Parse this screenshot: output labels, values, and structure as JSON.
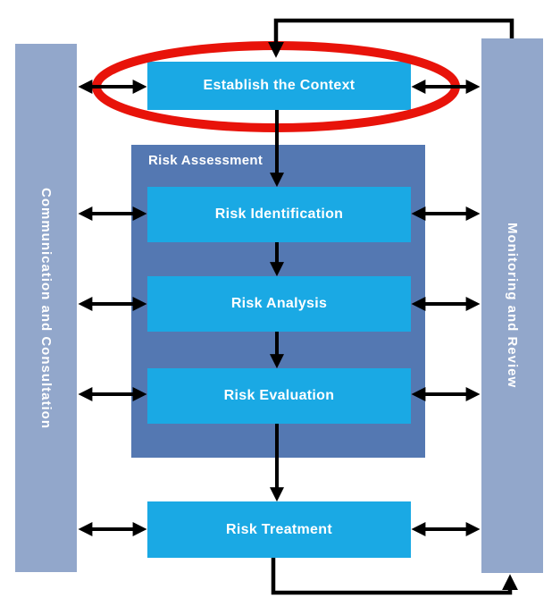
{
  "diagram": {
    "side_bars": {
      "left": {
        "label": "Communication and Consultation"
      },
      "right": {
        "label": "Monitoring and Review"
      }
    },
    "group": {
      "label": "Risk Assessment"
    },
    "nodes": {
      "establish": {
        "label": "Establish the Context",
        "highlighted": true
      },
      "identification": {
        "label": "Risk Identification"
      },
      "analysis": {
        "label": "Risk Analysis"
      },
      "evaluation": {
        "label": "Risk Evaluation"
      },
      "treatment": {
        "label": "Risk Treatment"
      }
    },
    "connections": [
      {
        "from": "Monitoring and Review",
        "to": "Establish the Context",
        "type": "feedback-arrow"
      },
      {
        "from": "Establish the Context",
        "to": "Risk Identification",
        "type": "arrow"
      },
      {
        "from": "Risk Identification",
        "to": "Risk Analysis",
        "type": "arrow"
      },
      {
        "from": "Risk Analysis",
        "to": "Risk Evaluation",
        "type": "arrow"
      },
      {
        "from": "Risk Evaluation",
        "to": "Risk Treatment",
        "type": "arrow"
      },
      {
        "from": "Risk Treatment",
        "to": "Monitoring and Review",
        "type": "feedback-arrow"
      },
      {
        "from": "Communication and Consultation",
        "to": "each process step",
        "type": "double-arrow"
      },
      {
        "from": "Monitoring and Review",
        "to": "each process step",
        "type": "double-arrow"
      }
    ],
    "colors": {
      "node_fill": "#1AA9E4",
      "group_fill": "#5478B2",
      "bar_fill": "#92A7CB",
      "highlight": "#E8130A",
      "arrow": "#000000",
      "text": "#FFFFFF"
    }
  }
}
